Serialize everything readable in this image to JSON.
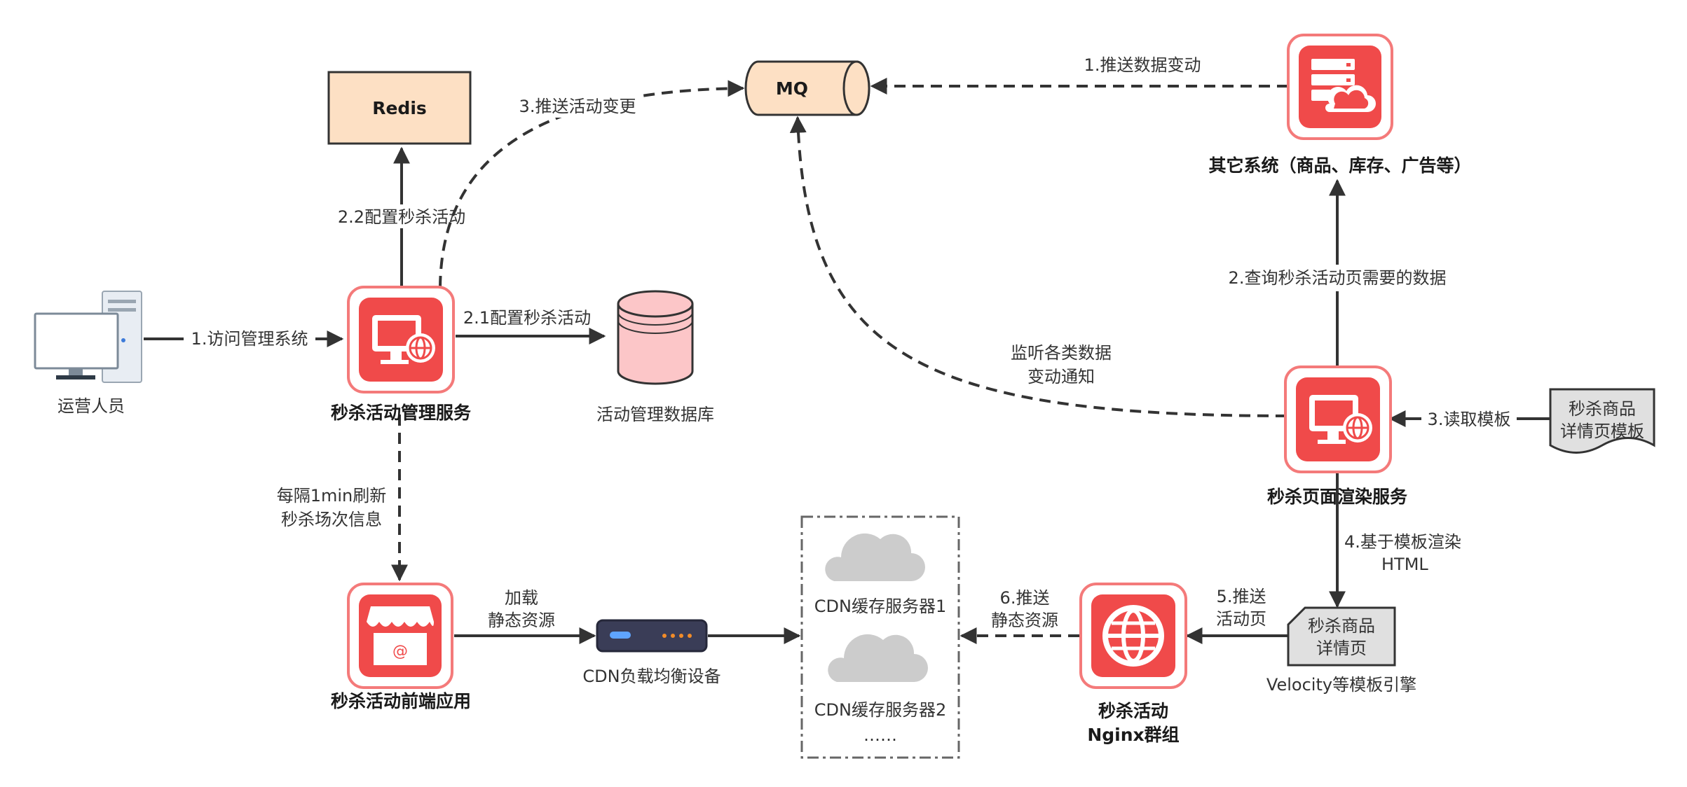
{
  "nodes": {
    "operator": {
      "label": "运营人员"
    },
    "mgmt_service": {
      "label": "秒杀活动管理服务"
    },
    "redis": {
      "label": "Redis"
    },
    "mq": {
      "label": "MQ"
    },
    "mgmt_db": {
      "label": "活动管理数据库"
    },
    "other_systems": {
      "label": "其它系统（商品、库存、广告等）"
    },
    "render_service": {
      "label": "秒杀页面渲染服务"
    },
    "template_doc": {
      "line1": "秒杀商品",
      "line2": "详情页模板"
    },
    "frontend_app": {
      "label": "秒杀活动前端应用"
    },
    "cdn_lb": {
      "label": "CDN负载均衡设备"
    },
    "cdn_cluster": {
      "server1": "CDN缓存服务器1",
      "server2": "CDN缓存服务器2",
      "more": "……"
    },
    "nginx": {
      "line1": "秒杀活动",
      "line2": "Nginx群组"
    },
    "detail_page": {
      "line1": "秒杀商品",
      "line2": "详情页",
      "engine": "Velocity等模板引擎"
    }
  },
  "edges": {
    "visit": "1.访问管理系统",
    "config_redis": "2.2配置秒杀活动",
    "config_db": "2.1配置秒杀活动",
    "push_change": "3.推送活动变更",
    "push_data": "1.推送数据变动",
    "query_data": "2.查询秒杀活动页需要的数据",
    "listen": {
      "line1": "监听各类数据",
      "line2": "变动通知"
    },
    "read_template": "3.读取模板",
    "render_html": {
      "line1": "4.基于模板渲染",
      "line2": "HTML"
    },
    "push_page": {
      "line1": "5.推送",
      "line2": "活动页"
    },
    "push_static": {
      "line1": "6.推送",
      "line2": "静态资源"
    },
    "refresh": {
      "line1": "每隔1min刷新",
      "line2": "秒杀场次信息"
    },
    "load_static": {
      "line1": "加载",
      "line2": "静态资源"
    }
  },
  "colors": {
    "icon_red": "#f04a4a",
    "icon_border": "#f47a7a",
    "redis_fill": "#fde0c4",
    "db_fill": "#fcc6c8",
    "doc_fill": "#e0e0e0",
    "cloud_fill": "#cccccc",
    "line": "#333333"
  },
  "icons": {
    "operator": "computer-icon",
    "mgmt_service": "monitor-globe-icon",
    "other_systems": "server-cloud-icon",
    "render_service": "monitor-globe-icon",
    "frontend_app": "storefront-icon",
    "cdn_lb": "network-device-icon",
    "nginx": "globe-icon",
    "cdn": "cloud-icon"
  }
}
